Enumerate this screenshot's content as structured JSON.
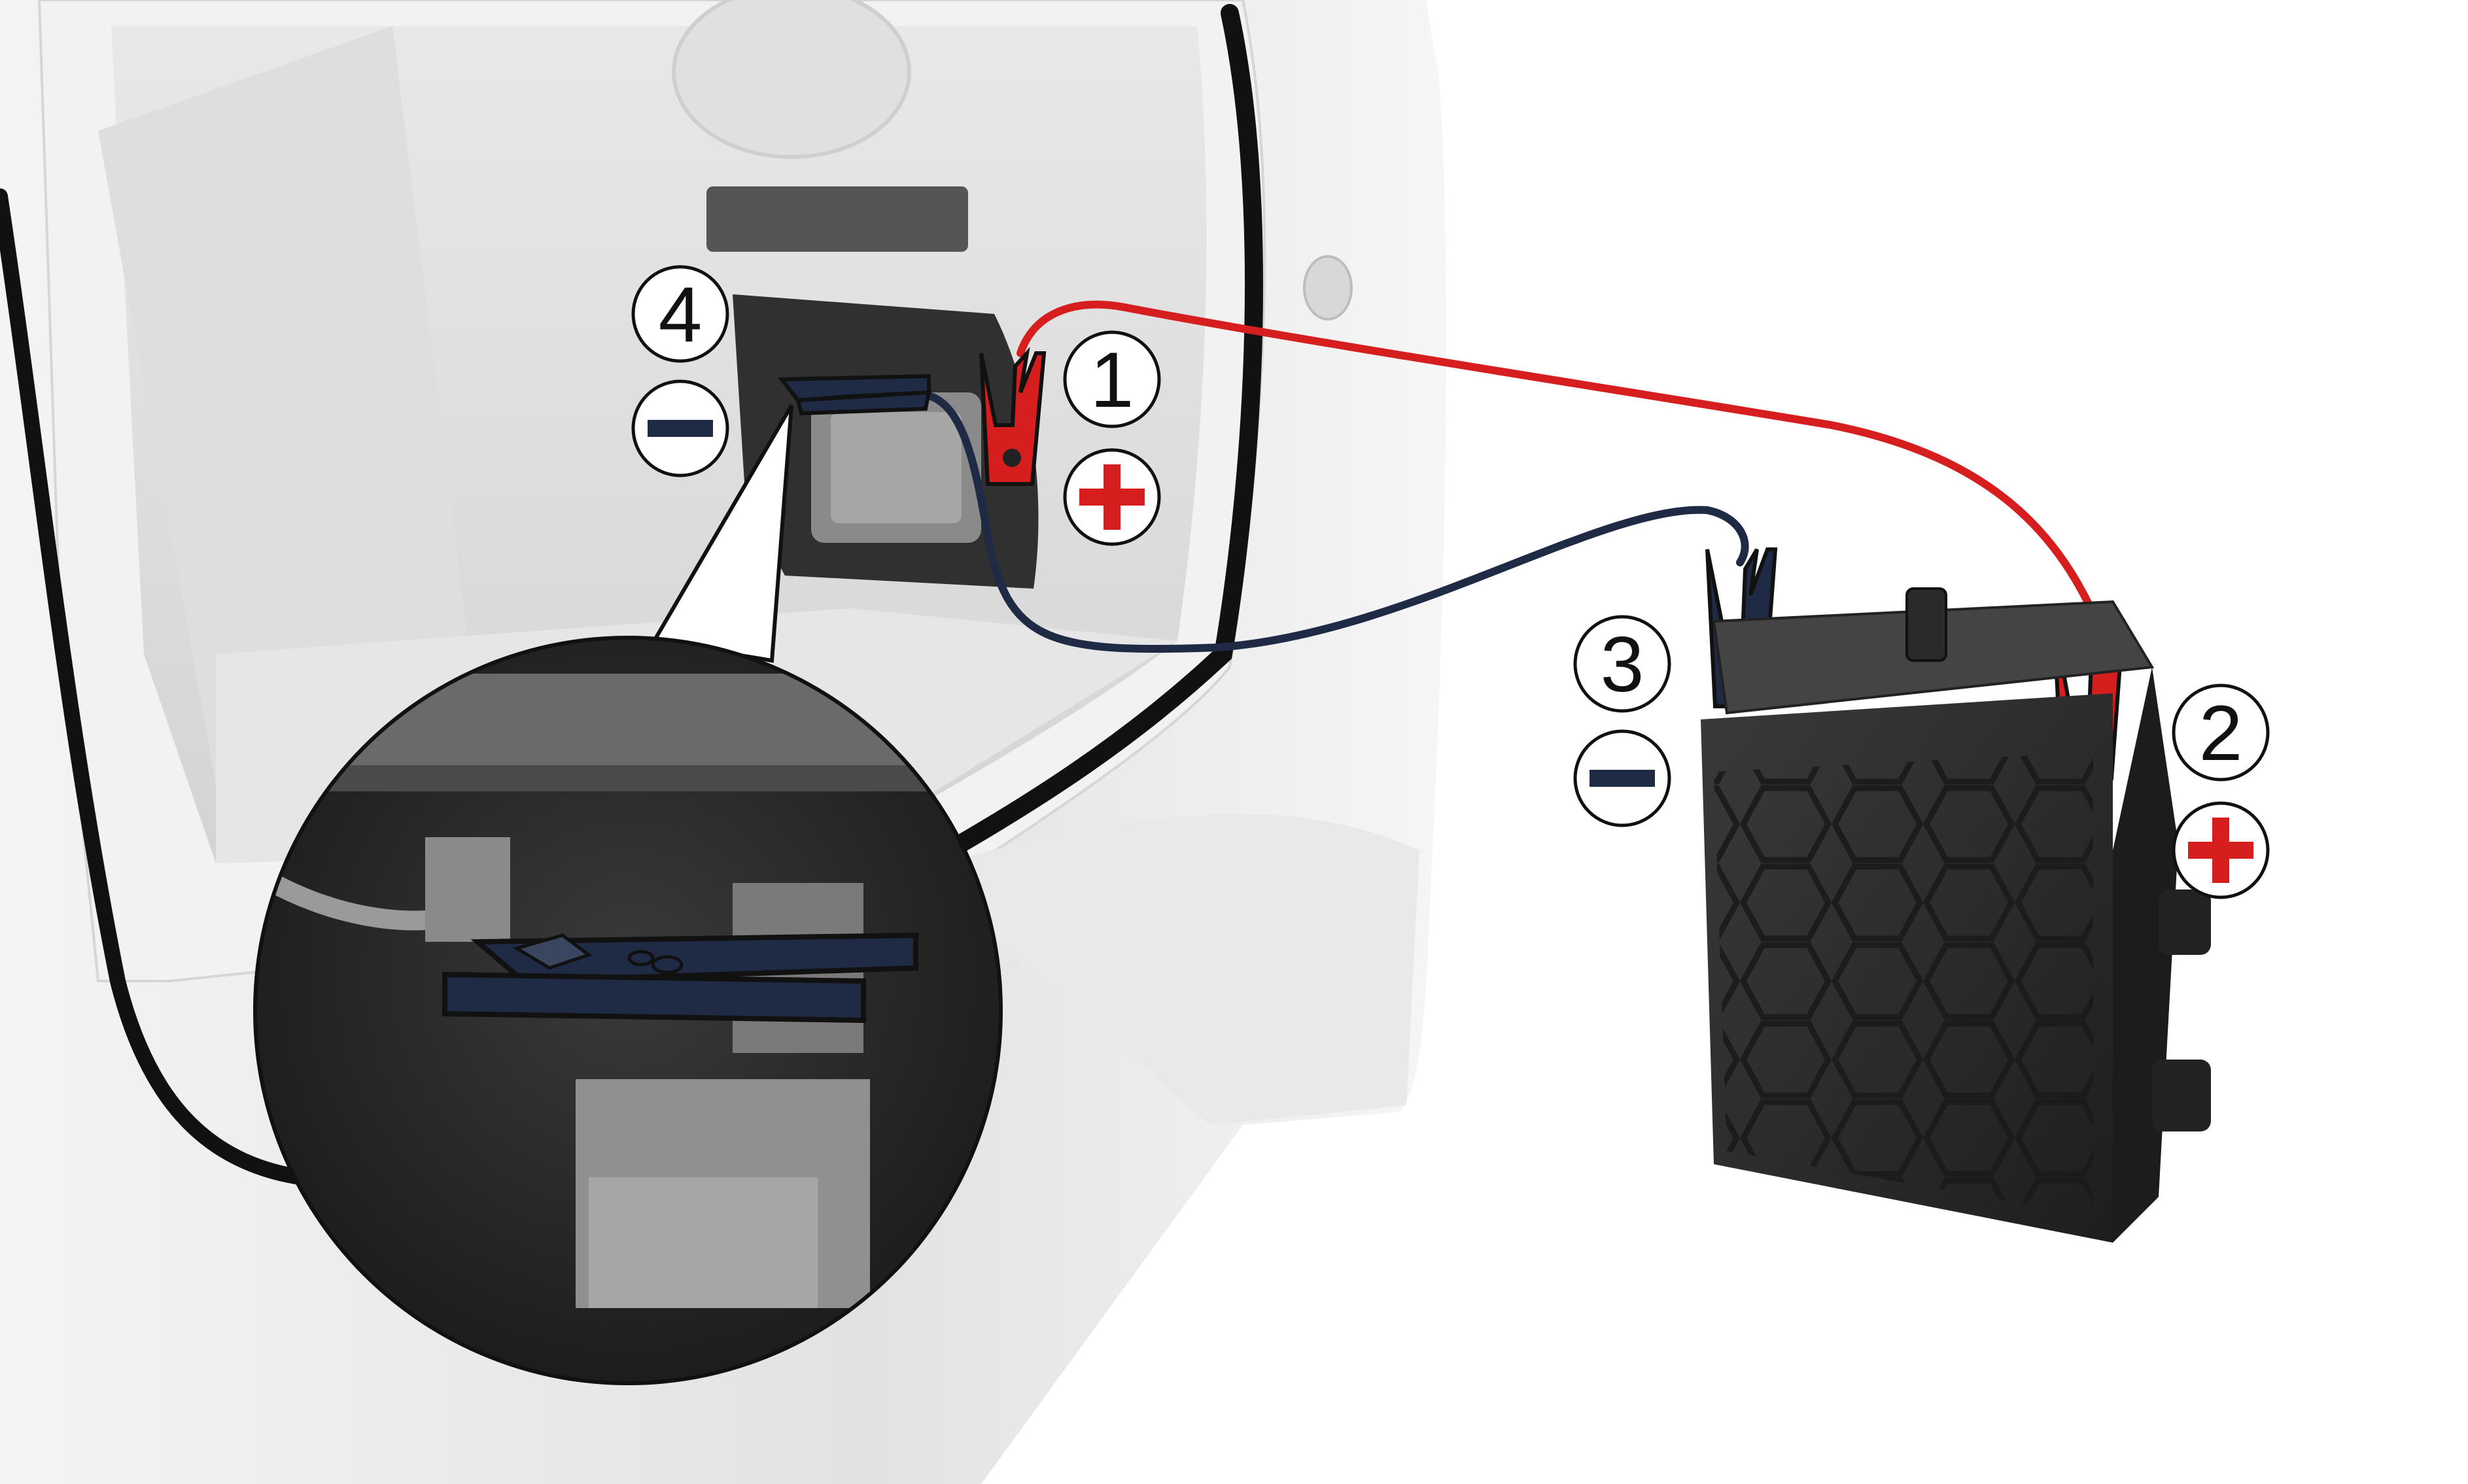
{
  "figure": {
    "description_hidden": "",
    "callouts": [
      {
        "id": "1",
        "label": "1",
        "polarity": "plus"
      },
      {
        "id": "2",
        "label": "2",
        "polarity": "plus"
      },
      {
        "id": "3",
        "label": "3",
        "polarity": "minus"
      },
      {
        "id": "4",
        "label": "4",
        "polarity": "minus"
      }
    ]
  },
  "colors": {
    "positive": "#d71e1e",
    "negative_cable": "#1f2a44",
    "battery_body": "#2b2b2b",
    "car_body": "#ececec"
  },
  "icons": {
    "plus": "plus-sign-icon",
    "minus": "minus-sign-icon"
  }
}
